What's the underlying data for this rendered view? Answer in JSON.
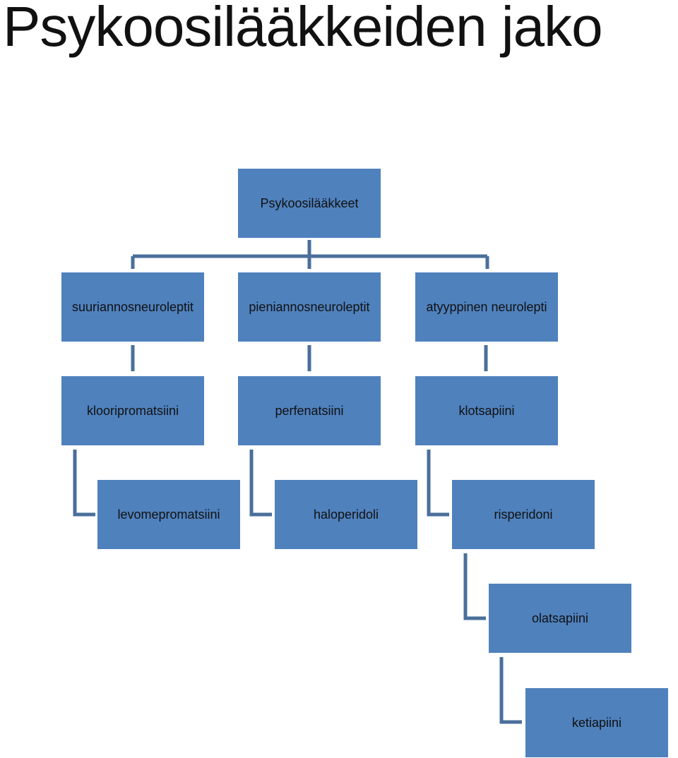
{
  "title": "Psykoosilääkkeiden jako",
  "diagram": {
    "root": "Psykoosilääkkeet",
    "categories": [
      "suuriannosneuroleptit",
      "pieniannosneuroleptit",
      "atyyppinen neurolepti"
    ],
    "drugs": [
      "klooripromatsiini",
      "perfenatsiini",
      "klotsapiini",
      "levomepromatsiini",
      "haloperidoli",
      "risperidoni",
      "olatsapiini",
      "ketiapiini"
    ],
    "connector_color": "#4a6f9b",
    "box_color": "#4f81bd"
  }
}
